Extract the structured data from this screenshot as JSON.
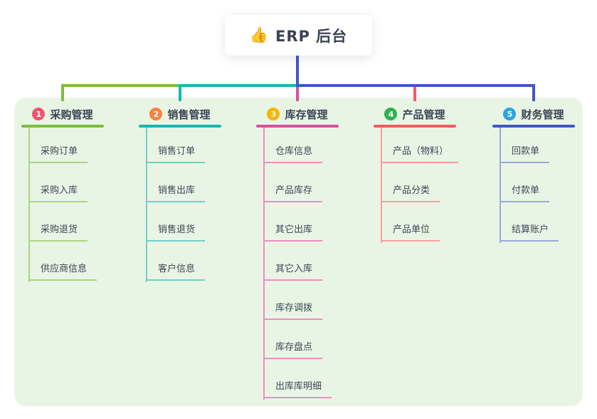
{
  "root": {
    "emoji": "👍",
    "icon": "thumbs-up-icon",
    "title": "ERP 后台"
  },
  "colors": {
    "page_bg": "#FFFFFF",
    "canvas_bg": "#E9F5E4",
    "trunk": "#4753C6",
    "text": "#3E4657",
    "title": "#3A4254"
  },
  "branches": [
    {
      "badge": "1",
      "label": "采购管理",
      "badge_bg": "#F0556E",
      "line_color": "#7CBE3E",
      "sub_line_color": "#ABD57F",
      "items": [
        "采购订单",
        "采购入库",
        "采购退货",
        "供应商信息"
      ]
    },
    {
      "badge": "2",
      "label": "销售管理",
      "badge_bg": "#F6833E",
      "line_color": "#14B8B1",
      "sub_line_color": "#6FD0CA",
      "items": [
        "销售订单",
        "销售出库",
        "销售退货",
        "客户信息"
      ]
    },
    {
      "badge": "3",
      "label": "库存管理",
      "badge_bg": "#F7B500",
      "line_color": "#DC4F9E",
      "sub_line_color": "#F18CC4",
      "items": [
        "仓库信息",
        "产品库存",
        "其它出库",
        "其它入库",
        "库存调拨",
        "库存盘点",
        "出库库明细"
      ]
    },
    {
      "badge": "4",
      "label": "产品管理",
      "badge_bg": "#2FB24D",
      "line_color": "#F85A5E",
      "sub_line_color": "#FB9C9E",
      "items": [
        "产品（物料）",
        "产品分类",
        "产品单位"
      ]
    },
    {
      "badge": "5",
      "label": "财务管理",
      "badge_bg": "#2BA6DF",
      "line_color": "#4156C6",
      "sub_line_color": "#94AADF",
      "items": [
        "回款单",
        "付款单",
        "结算账户"
      ]
    }
  ]
}
